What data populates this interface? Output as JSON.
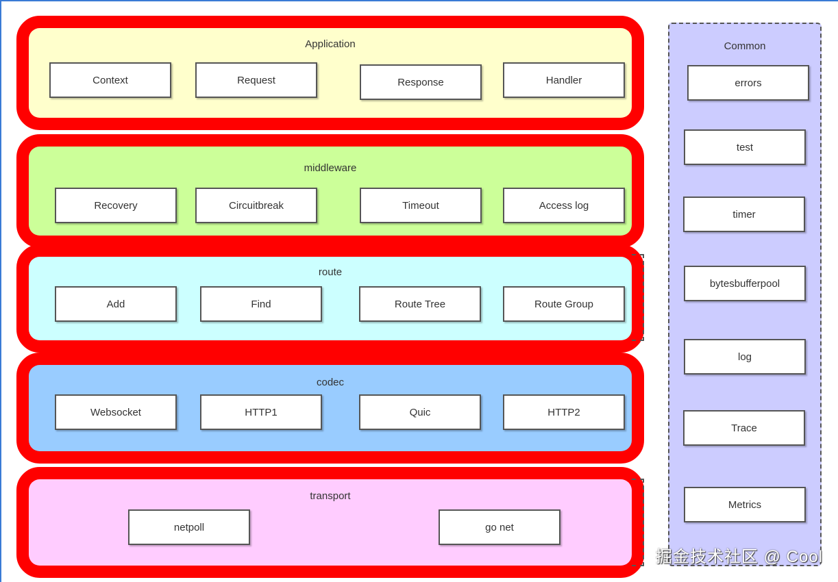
{
  "layers": {
    "application": {
      "title": "Application",
      "color": "#ffffcc",
      "items": [
        "Context",
        "Request",
        "Response",
        "Handler"
      ]
    },
    "middleware": {
      "title": "middleware",
      "color": "#ccff99",
      "items": [
        "Recovery",
        "Circuitbreak",
        "Timeout",
        "Access log"
      ]
    },
    "route": {
      "title": "route",
      "color": "#ccffff",
      "items": [
        "Add",
        "Find",
        "Route Tree",
        "Route Group"
      ]
    },
    "codec": {
      "title": "codec",
      "color": "#99ccff",
      "items": [
        "Websocket",
        "HTTP1",
        "Quic",
        "HTTP2"
      ]
    },
    "transport": {
      "title": "transport",
      "color": "#ffccff",
      "items": [
        "netpoll",
        "go net"
      ]
    }
  },
  "common": {
    "title": "Common",
    "color": "#ccccff",
    "items": [
      "errors",
      "test",
      "timer",
      "bytesbufferpool",
      "log",
      "Trace",
      "Metrics"
    ]
  },
  "layer_border_color": "#ff0000",
  "watermark": "掘金技术社区 @ Cool"
}
